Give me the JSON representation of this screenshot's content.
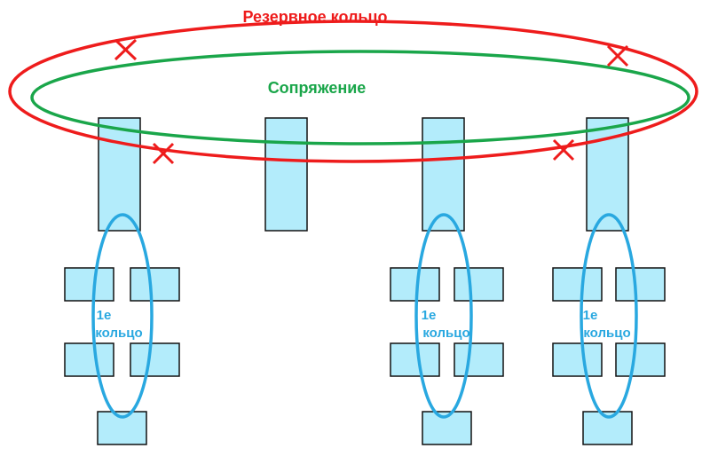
{
  "labels": {
    "backup_ring": "Резервное кольцо",
    "interconnect": "Сопряжение",
    "ring_line1": "1е",
    "ring_line2": "кольцо"
  },
  "colors": {
    "backup_ring": "#ee1c1c",
    "interconnect": "#1aa64a",
    "local_ring": "#29a8e0",
    "node_fill": "#b3ecfb",
    "node_stroke": "#111111"
  },
  "diagram": {
    "backup_ring_breaks": 4,
    "hub_count": 4,
    "local_ring_count": 3,
    "switches_per_local_ring": 5
  }
}
